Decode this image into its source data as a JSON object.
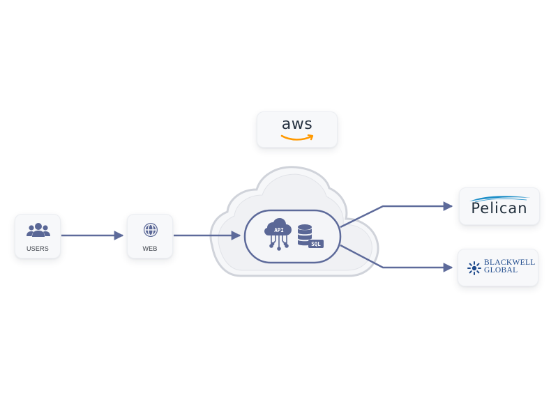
{
  "nodes": {
    "users": {
      "label": "USERS",
      "icon": "users-icon"
    },
    "web": {
      "label": "WEB",
      "icon": "globe-icon"
    },
    "aws": {
      "label": "aws",
      "icon": "aws-logo"
    },
    "cloud": {
      "api_label": "API",
      "sql_label": "SQL",
      "icons": [
        "api-cloud-icon",
        "database-icon"
      ]
    },
    "pelican": {
      "label": "Pelican",
      "icon": "pelican-logo"
    },
    "blackwell": {
      "line1": "BLACKWELL",
      "line2": "GLOBAL",
      "icon": "blackwell-star-logo"
    }
  },
  "colors": {
    "connector": "#5d6a9a",
    "icon": "#5a6796",
    "aws_text": "#232f3e",
    "aws_smile": "#ff9900",
    "pelican_wave": "#1e8fc8",
    "blackwell": "#1e4a8c"
  }
}
